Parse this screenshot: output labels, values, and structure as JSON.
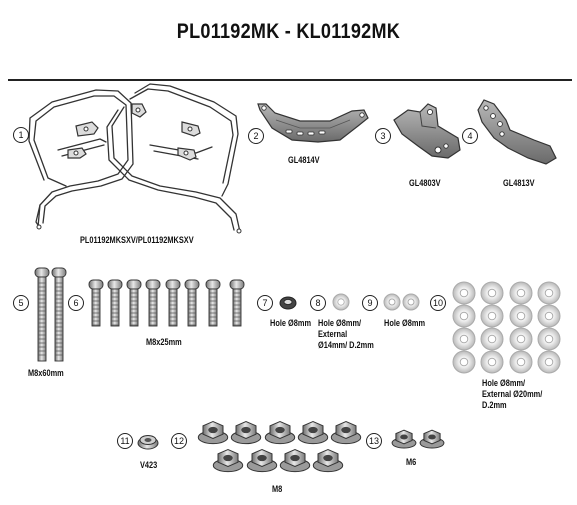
{
  "title": "PL01192MK - KL01192MK",
  "items": [
    {
      "num": "1",
      "label": "PL01192MKSXV/PL01192MKSXV"
    },
    {
      "num": "2",
      "label": "GL4814V"
    },
    {
      "num": "3",
      "label": "GL4803V"
    },
    {
      "num": "4",
      "label": "GL4813V"
    },
    {
      "num": "5",
      "label": "M8x60mm"
    },
    {
      "num": "6",
      "label": "M8x25mm"
    },
    {
      "num": "7",
      "label": "Hole Ø8mm"
    },
    {
      "num": "8",
      "label": "Hole Ø8mm/ External Ø14mm/ D.2mm"
    },
    {
      "num": "9",
      "label": "Hole Ø8mm"
    },
    {
      "num": "10",
      "label": "Hole Ø8mm/ External Ø20mm/ D.2mm"
    },
    {
      "num": "11",
      "label": "V423"
    },
    {
      "num": "12",
      "label": "M8"
    },
    {
      "num": "13",
      "label": "M6"
    }
  ],
  "icons": {
    "frame": "side-case-frame-icon",
    "bracket": "bracket-plate-icon",
    "bolt": "bolt-icon",
    "washer": "washer-icon",
    "nut": "flange-nut-icon"
  }
}
